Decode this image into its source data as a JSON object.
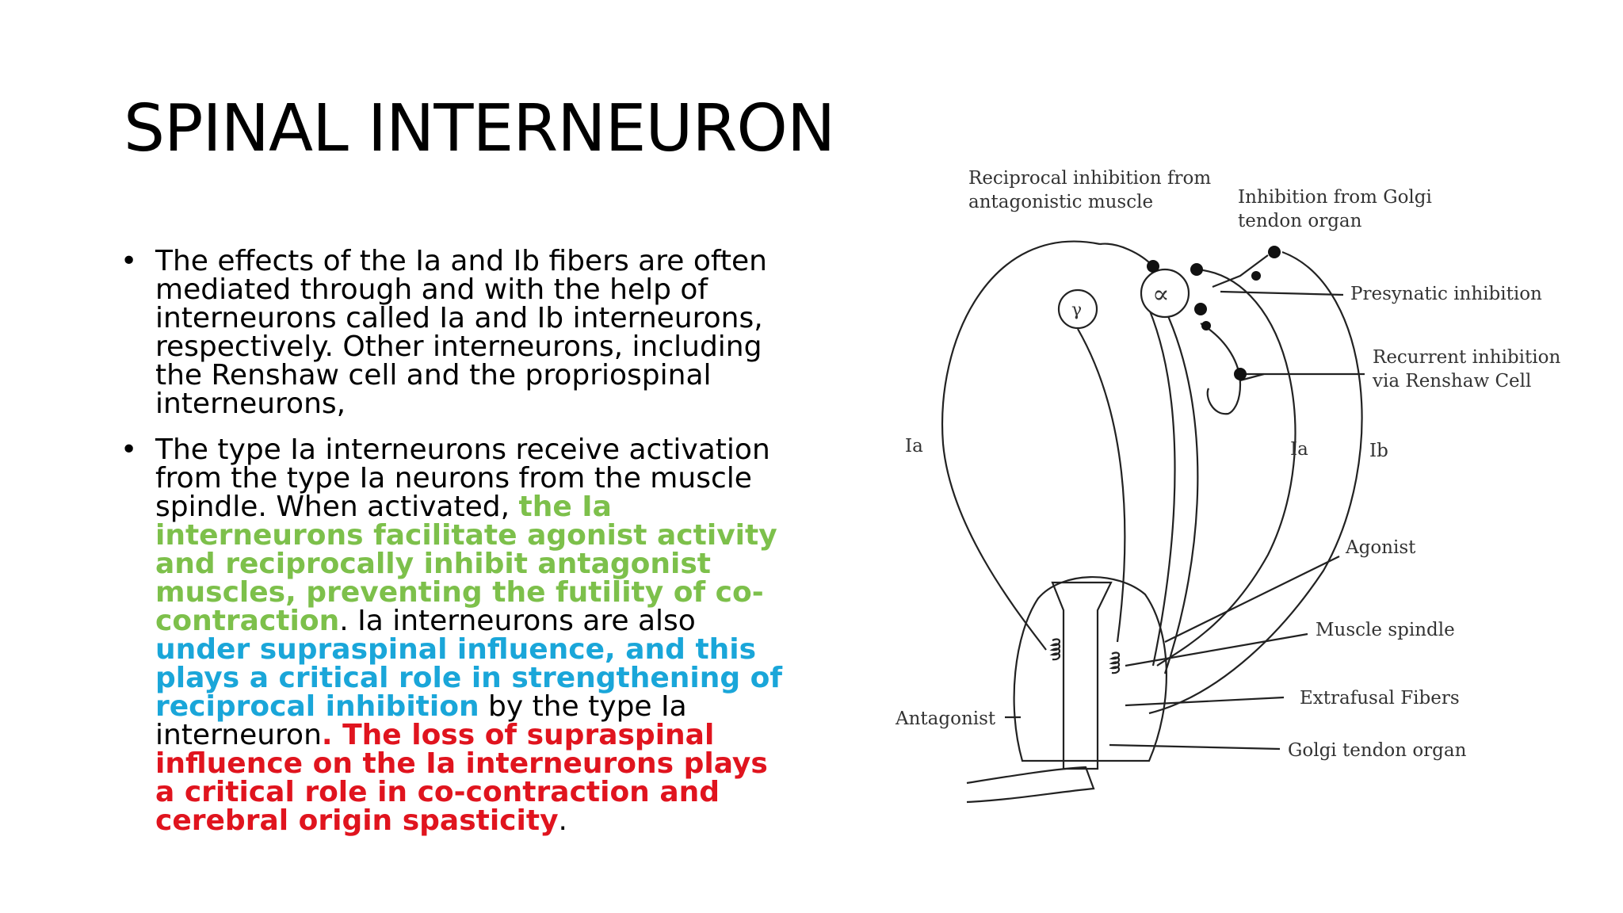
{
  "slide": {
    "title": "SPINAL INTERNEURON",
    "bullets": [
      {
        "segments": [
          {
            "text": "The effects of the Ia and Ib fibers are often mediated through and with the help of interneurons called Ia and Ib interneurons, respectively. Other interneurons, including the Renshaw cell and the propriospinal interneurons,",
            "style": "normal"
          }
        ]
      },
      {
        "segments": [
          {
            "text": "The type Ia interneurons receive activation from the type Ia neurons from the muscle spindle. When activated, ",
            "style": "normal"
          },
          {
            "text": "the Ia interneurons facilitate agonist activity and reciprocally inhibit antagonist muscles, preventing the futility of co-contraction",
            "style": "green"
          },
          {
            "text": ". Ia interneurons are also ",
            "style": "normal"
          },
          {
            "text": "under supraspinal influence, and this plays a critical role in strengthening of reciprocal inhibition",
            "style": "blue"
          },
          {
            "text": " by the type Ia interneuron",
            "style": "normal"
          },
          {
            "text": ". The loss of supraspinal influence on the Ia interneurons plays a critical role in co-contraction and cerebral origin spasticity",
            "style": "red"
          },
          {
            "text": ".",
            "style": "normal"
          }
        ]
      }
    ],
    "colors": {
      "green": "#7dc04b",
      "blue": "#1aa6d9",
      "red": "#e0141e"
    }
  },
  "diagram": {
    "labels": {
      "reciprocal_1": "Reciprocal inhibition from",
      "reciprocal_2": "antagonistic muscle",
      "golgi_inh_1": "Inhibition from Golgi",
      "golgi_inh_2": "tendon organ",
      "presynaptic": "Presynatic inhibition",
      "recurrent_1": "Recurrent inhibition",
      "recurrent_2": "via Renshaw Cell",
      "ia_left": "Ia",
      "ia_right": "Ia",
      "ib": "Ib",
      "agonist": "Agonist",
      "muscle_spindle": "Muscle spindle",
      "extrafusal": "Extrafusal Fibers",
      "golgi_organ": "Golgi tendon organ",
      "antagonist": "Antagonist",
      "gamma": "γ",
      "alpha": "∝"
    }
  }
}
